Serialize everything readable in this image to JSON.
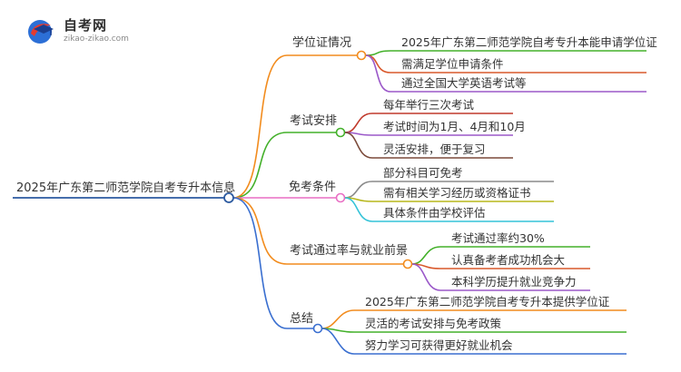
{
  "logo": {
    "title": "自考网",
    "subtitle": "zikao-zikao.com"
  },
  "mindmap": {
    "root": "2025年广东第二师范学院自考专升本信息",
    "branches": [
      {
        "label": "学位证情况",
        "color": "#f28c1e",
        "leaves": [
          {
            "label": "2025年广东第二师范学院自考专升本能申请学位证",
            "color": "#43b02a"
          },
          {
            "label": "需满足学位申请条件",
            "color": "#d9582b"
          },
          {
            "label": "通过全国大学英语考试等",
            "color": "#9b59c9"
          }
        ]
      },
      {
        "label": "考试安排",
        "color": "#43b02a",
        "leaves": [
          {
            "label": "每年举行三次考试",
            "color": "#c0392b"
          },
          {
            "label": "考试时间为1月、4月和10月",
            "color": "#9b59c9"
          },
          {
            "label": "灵活安排，便于复习",
            "color": "#7b4a3a"
          }
        ]
      },
      {
        "label": "免考条件",
        "color": "#e86fc4",
        "leaves": [
          {
            "label": "部分科目可免考",
            "color": "#8a8a8a"
          },
          {
            "label": "需有相关学习经历或资格证书",
            "color": "#b7b71c"
          },
          {
            "label": "具体条件由学校评估",
            "color": "#35c3d8"
          }
        ]
      },
      {
        "label": "考试通过率与就业前景",
        "color": "#f28c1e",
        "leaves": [
          {
            "label": "考试通过率约30%",
            "color": "#43b02a"
          },
          {
            "label": "认真备考者成功机会大",
            "color": "#d9582b"
          },
          {
            "label": "本科学历提升就业竞争力",
            "color": "#9b59c9"
          }
        ]
      },
      {
        "label": "总结",
        "color": "#3a6fd0",
        "leaves": [
          {
            "label": "2025年广东第二师范学院自考专升本提供学位证",
            "color": "#f28c1e"
          },
          {
            "label": "灵活的考试安排与免考政策",
            "color": "#43b02a"
          },
          {
            "label": "努力学习可获得更好就业机会",
            "color": "#3a6fd0"
          }
        ]
      }
    ]
  },
  "colors": {
    "root": "#2c5aa0",
    "text": "#333333"
  }
}
